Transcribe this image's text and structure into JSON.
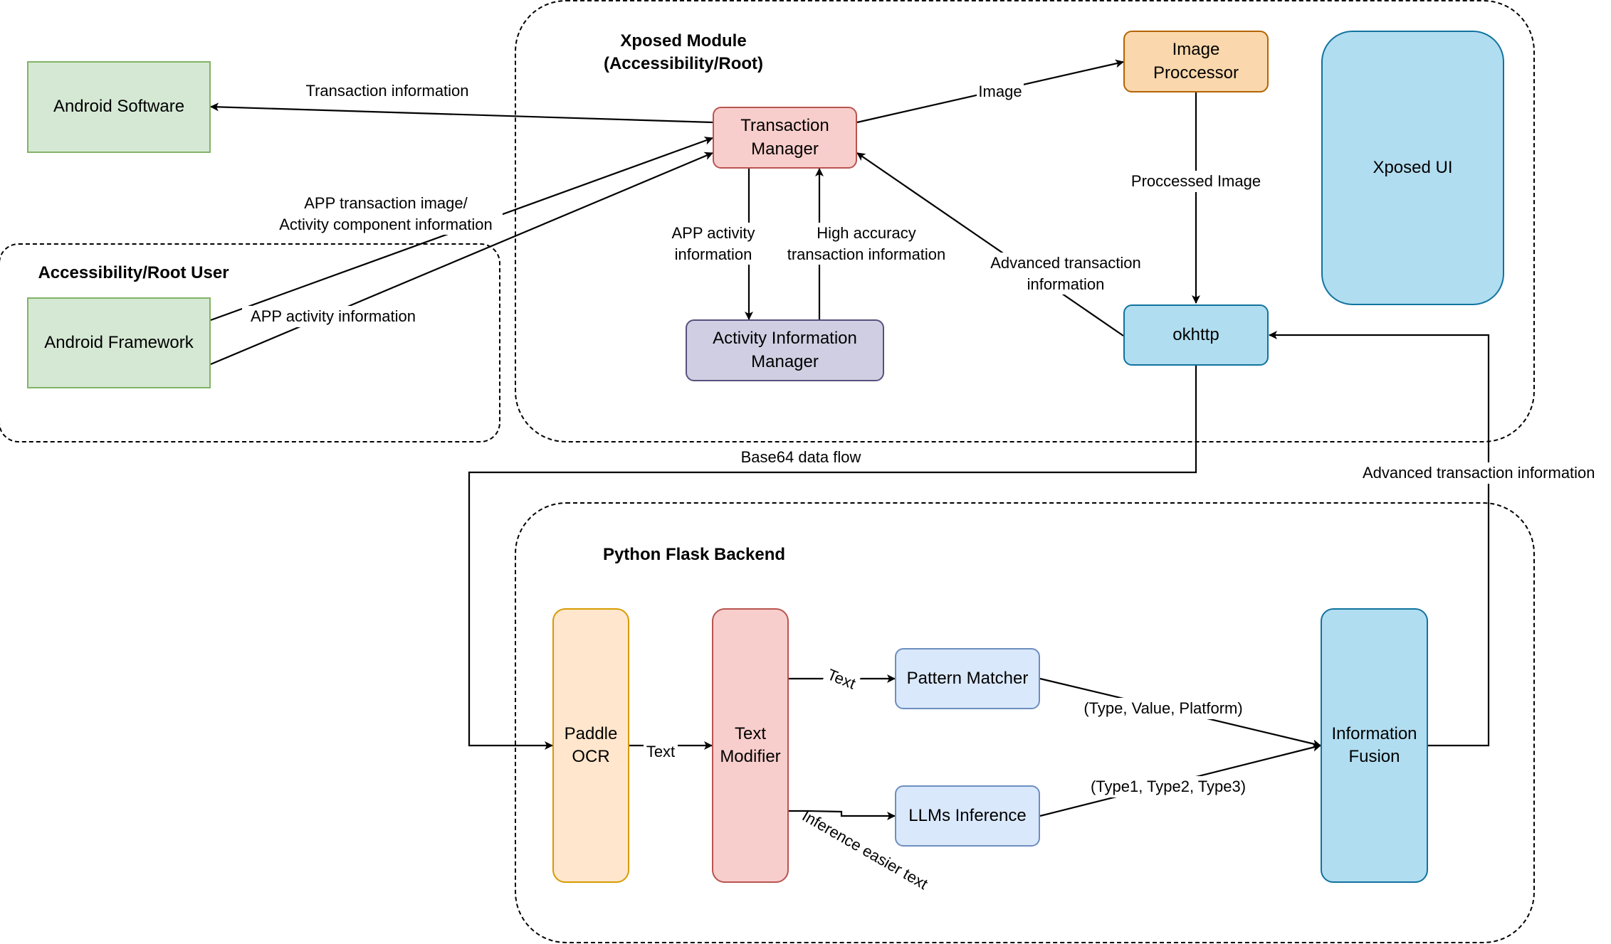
{
  "groups": {
    "xposed_title": "Xposed Module\n(Accessibility/Root)",
    "accessibility_title": "Accessibility/Root User",
    "backend_title": "Python Flask Backend"
  },
  "nodes": {
    "android_software": "Android Software",
    "android_framework": "Android Framework",
    "transaction_manager": "Transaction\nManager",
    "image_processor": "Image\nProccessor",
    "xposed_ui": "Xposed UI",
    "activity_info_manager": "Activity Information\nManager",
    "okhttp": "okhttp",
    "paddle_ocr": "Paddle\nOCR",
    "text_modifier": "Text\nModifier",
    "pattern_matcher": "Pattern Matcher",
    "llms_inference": "LLMs Inference",
    "information_fusion": "Information\nFusion"
  },
  "edges": {
    "transaction_information": "Transaction information",
    "app_transaction_image": "APP transaction image/\nActivity component information",
    "app_activity_information": "APP activity information",
    "image": "Image",
    "processed_image": "Proccessed Image",
    "app_activity_info_down": "APP activity\ninformation",
    "high_accuracy": "High accuracy\ntransaction information",
    "advanced_transaction_left": "Advanced transaction\ninformation",
    "base64": "Base64 data flow",
    "advanced_transaction_right": "Advanced transaction information",
    "text_ocr": "Text",
    "text_pattern": "Text",
    "inference_easier": "Inference easier text",
    "type_value_platform": "(Type, Value, Platform)",
    "type123": "(Type1, Type2, Type3)"
  }
}
